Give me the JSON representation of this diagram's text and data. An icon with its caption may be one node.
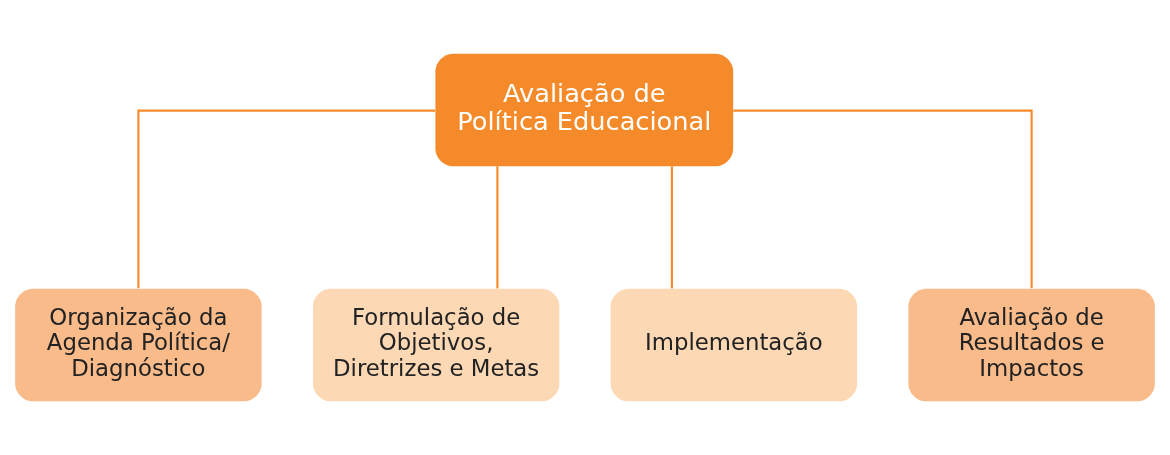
{
  "diagram": {
    "nodes": [
      {
        "text": [
          "Avaliação de Política Educacional"
        ]
      },
      {
        "text": [
          "Organização da Agenda Política/ Diagnóstico"
        ]
      },
      {
        "text": [
          "Formulação de Objetivos, Diretrizes e Metas"
        ]
      },
      {
        "text": [
          "Implementação"
        ]
      },
      {
        "text": [
          "Avaliação de Resultados e Impactos"
        ]
      }
    ],
    "edges": [
      {
        "from": 0,
        "to": 1,
        "arrow": "none"
      },
      {
        "from": 0,
        "to": 2,
        "arrow": "none"
      },
      {
        "from": 0,
        "to": 3,
        "arrow": "none"
      },
      {
        "from": 0,
        "to": 4,
        "arrow": "none"
      }
    ]
  }
}
